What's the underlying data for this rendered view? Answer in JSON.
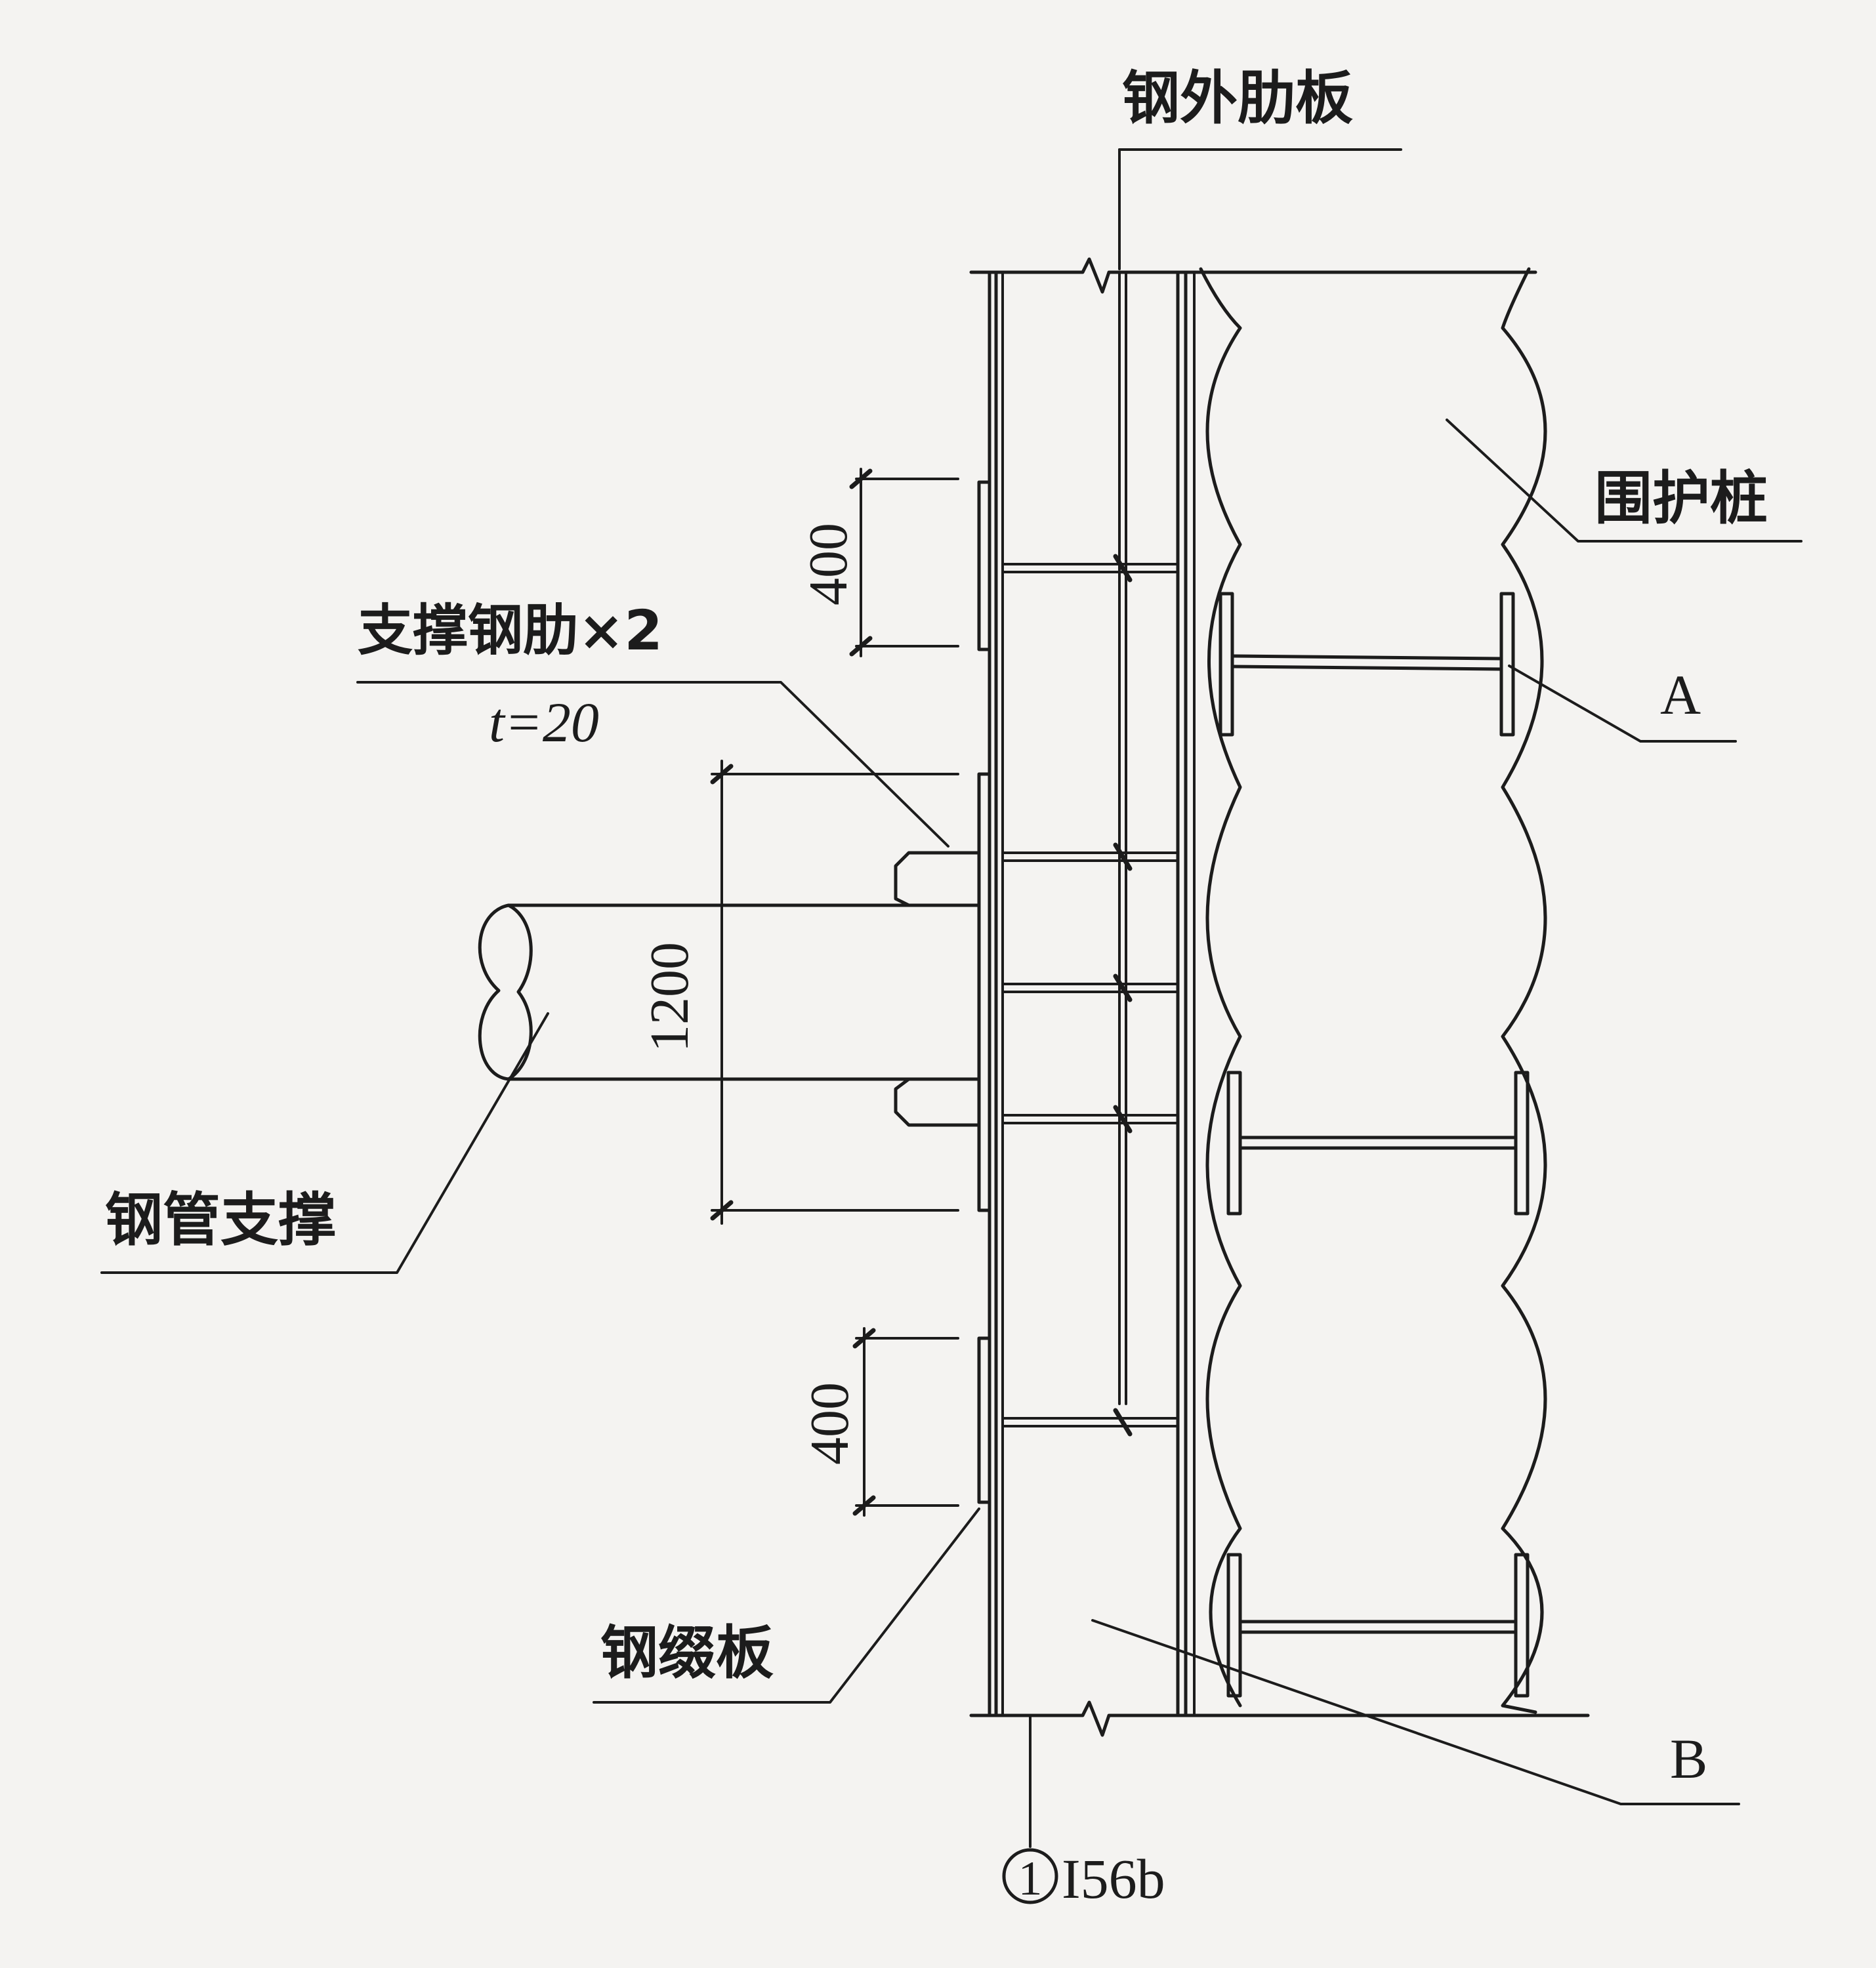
{
  "labels": {
    "outer_rib": "钢外肋板",
    "retaining_pile": "围护桩",
    "support_rib": "支撑钢肋×2",
    "rib_thickness": "t=20",
    "steel_pipe_support": "钢管支撑",
    "batten_plate": "钢缀板",
    "marker_a": "A",
    "marker_b": "B"
  },
  "dimensions": {
    "top_spacing": "400",
    "middle_span": "1200",
    "bottom_spacing": "400"
  },
  "section": {
    "number": "1",
    "profile": "I56b"
  }
}
